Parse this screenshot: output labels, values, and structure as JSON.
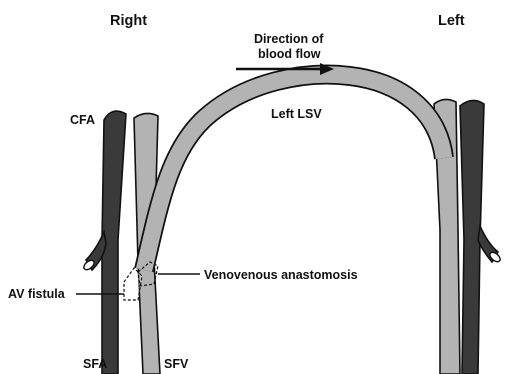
{
  "labels": {
    "right": "Right",
    "left": "Left",
    "direction_line1": "Direction of",
    "direction_line2": "blood flow",
    "left_lsv": "Left LSV",
    "cfa": "CFA",
    "av_fistula": "AV fistula",
    "venovenous": "Venovenous anastomosis",
    "sfa": "SFA",
    "sfv": "SFV"
  },
  "colors": {
    "artery": "#3a3a3a",
    "vein": "#b3b3b3",
    "outline": "#111111",
    "background": "#ffffff"
  }
}
